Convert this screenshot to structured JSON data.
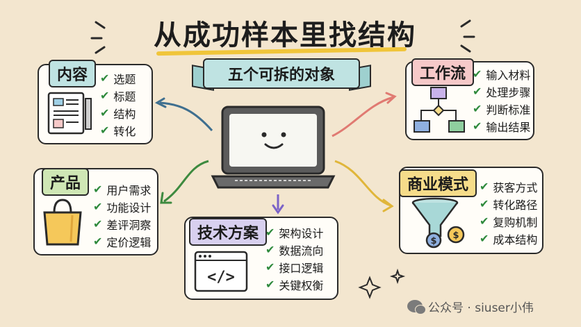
{
  "title": "从成功样本里找结构",
  "ribbon": "五个可拆的对象",
  "cards": {
    "content": {
      "tag": "内容",
      "items": [
        "选题",
        "标题",
        "结构",
        "转化"
      ]
    },
    "workflow": {
      "tag": "工作流",
      "items": [
        "输入材料",
        "处理步骤",
        "判断标准",
        "输出结果"
      ]
    },
    "product": {
      "tag": "产品",
      "items": [
        "用户需求",
        "功能设计",
        "差评洞察",
        "定价逻辑"
      ]
    },
    "tech": {
      "tag": "技术方案",
      "items": [
        "架构设计",
        "数据流向",
        "接口逻辑",
        "关键权衡"
      ],
      "code_glyph": "</>"
    },
    "business": {
      "tag": "商业模式",
      "items": [
        "获客方式",
        "转化路径",
        "复购机制",
        "成本结构"
      ],
      "coin_glyph": "$"
    }
  },
  "watermark": "公众号 · siuser小伟",
  "colors": {
    "teal": "#bfe3e2",
    "pink": "#f6c9c9",
    "green": "#cfe7b5",
    "lavender": "#d8d0ef",
    "yellow": "#f5dc8a",
    "check": "#2f8a3d"
  }
}
